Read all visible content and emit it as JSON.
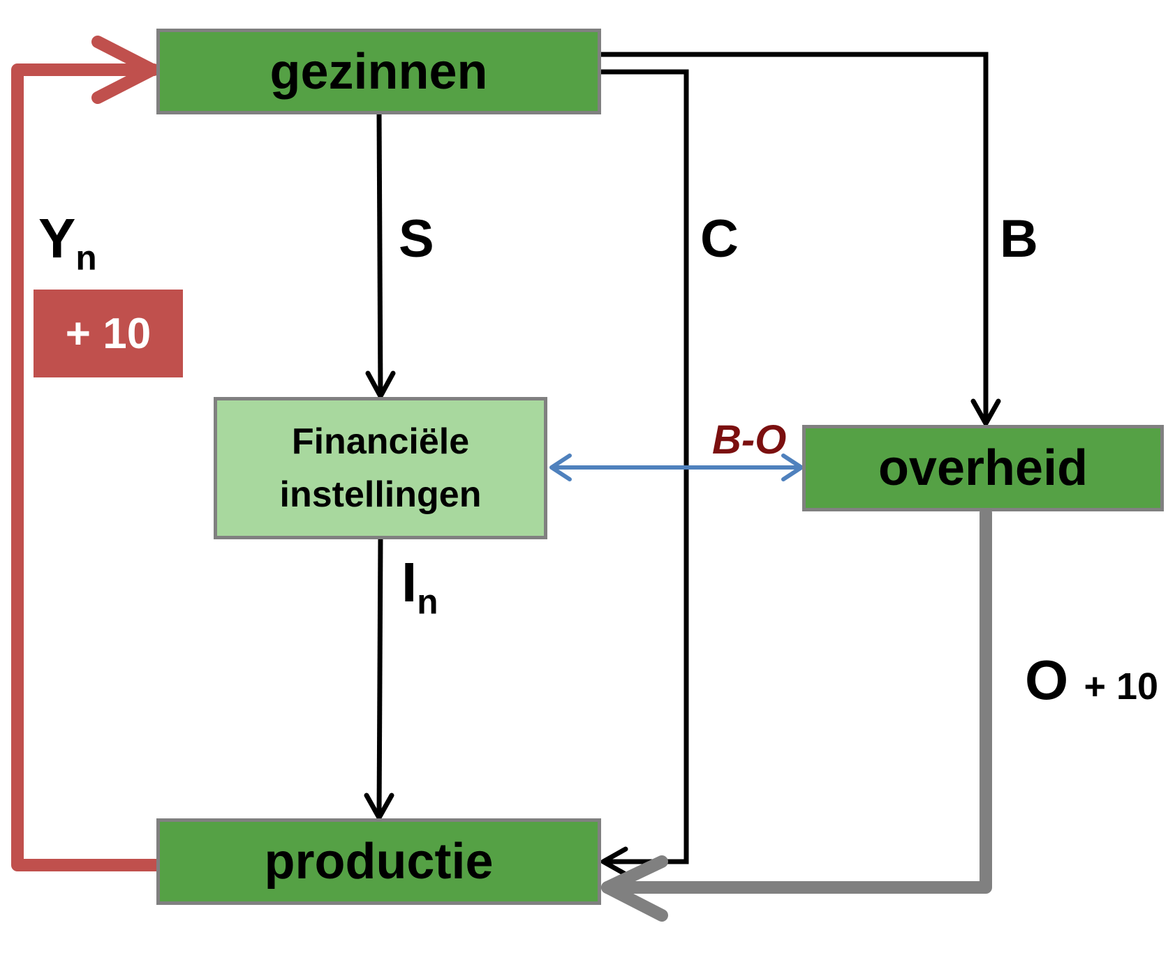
{
  "nodes": {
    "gezinnen": "gezinnen",
    "financiele_line1": "Financiële",
    "financiele_line2": "instellingen",
    "overheid": "overheid",
    "productie": "productie"
  },
  "labels": {
    "yn_main": "Y",
    "yn_sub": "n",
    "yn_badge": "+ 10",
    "s": "S",
    "c": "C",
    "b": "B",
    "bo": "B-O",
    "in_main": "I",
    "in_sub": "n",
    "o_main": "O",
    "o_change": "+ 10"
  },
  "colors": {
    "box_green": "#55a145",
    "box_light_green": "#a8d89e",
    "box_border": "#808080",
    "income_flow": "#c0504d",
    "government_flow": "#808080",
    "loan_flow": "#4f81bd",
    "bo_text": "#7b0f0f"
  }
}
